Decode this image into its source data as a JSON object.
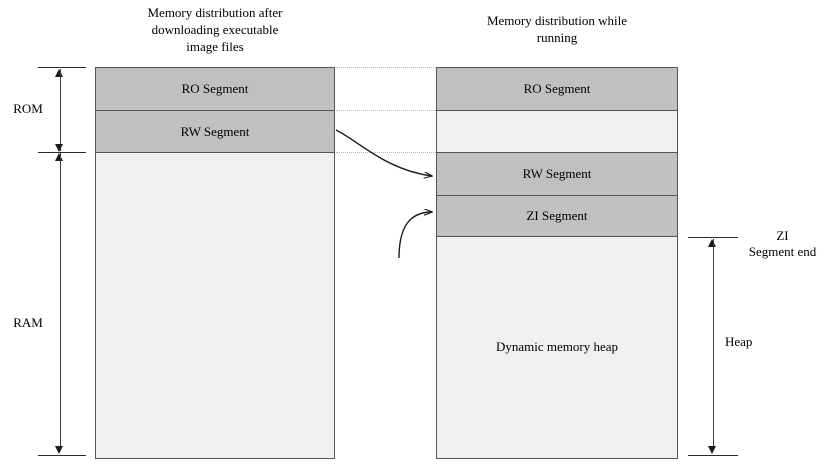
{
  "diagram": {
    "type": "memory-layout-diagram",
    "left_panel": {
      "title": "Memory distribution after\ndownloading executable\nimage files",
      "segments": [
        {
          "label": "RO Segment",
          "fill": "#c0c0c0"
        },
        {
          "label": "RW Segment",
          "fill": "#c0c0c0"
        },
        {
          "label": "",
          "fill": "#f0f0f0"
        }
      ]
    },
    "right_panel": {
      "title": "Memory distribution while\nrunning",
      "segments": [
        {
          "label": "RO Segment",
          "fill": "#c0c0c0"
        },
        {
          "label": "",
          "fill": "#f0f0f0"
        },
        {
          "label": "RW Segment",
          "fill": "#c0c0c0"
        },
        {
          "label": "ZI Segment",
          "fill": "#c0c0c0"
        },
        {
          "label": "Dynamic memory heap",
          "fill": "#f0f0f0"
        }
      ]
    },
    "left_dimensions": [
      {
        "label": "ROM"
      },
      {
        "label": "RAM"
      }
    ],
    "right_dimensions": [
      {
        "label": "ZI\nSegment end"
      },
      {
        "label": "Heap"
      }
    ],
    "colors": {
      "segment_fill": "#c0c0c0",
      "free_fill": "#f0f0f0",
      "border": "#555555",
      "guide_line": "#b8b8b8",
      "arrow": "#1a1a1a",
      "background": "#ffffff"
    }
  }
}
